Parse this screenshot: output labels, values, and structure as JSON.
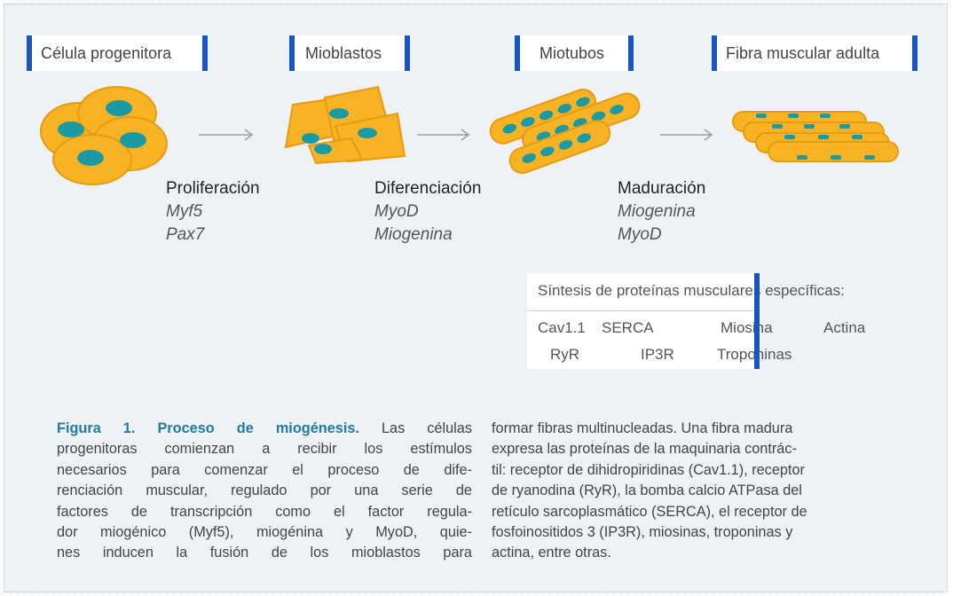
{
  "stages": [
    {
      "label": "Célula progenitora"
    },
    {
      "label": "Mioblastos"
    },
    {
      "label": "Miotubos"
    },
    {
      "label": "Fibra muscular adulta"
    }
  ],
  "transitions": [
    {
      "process": "Proliferación",
      "genes": [
        "Myf5",
        "Pax7"
      ]
    },
    {
      "process": "Diferenciación",
      "genes": [
        "MyoD",
        "Miogenina"
      ]
    },
    {
      "process": "Maduración",
      "genes": [
        "Miogenina",
        "MyoD"
      ]
    }
  ],
  "synthesis": {
    "heading": "Síntesis de proteínas musculares específicas:",
    "proteins": [
      "Cav1.1",
      "SERCA",
      "Miosina",
      "Actina",
      "RyR",
      "IP3R",
      "Troponinas"
    ]
  },
  "caption": {
    "title": "Figura 1. Proceso de miogénesis.",
    "col1_lines": [
      "Las células",
      "progenitoras comienzan a recibir los estímulos",
      "necesarios para comenzar el proceso de dife-",
      "renciación muscular, regulado por una serie de",
      "factores de transcripción como el factor regula-",
      "dor miogénico (Myf5), miogénina y MyoD, quie-",
      "nes inducen la fusión de los mioblastos para"
    ],
    "col2_lines": [
      "formar fibras multinucleadas. Una fibra madura",
      "expresa las proteínas de la maquinaria contrác-",
      "til: receptor de dihidropiridinas (Cav1.1), receptor",
      "de ryanodina (RyR), la bomba calcio ATPasa del",
      "retículo sarcoplasmático (SERCA), el receptor de",
      "fosfoinositidos 3 (IP3R), miosinas, troponinas y",
      "actina, entre otras."
    ]
  },
  "colors": {
    "cell_fill": "#f7b323",
    "cell_stroke": "#e89a10",
    "nucleus": "#1b9aa3",
    "accent_bar": "#1a56b8",
    "caption_title": "#1f7aa8",
    "panel_bg": "#eef2f5"
  }
}
